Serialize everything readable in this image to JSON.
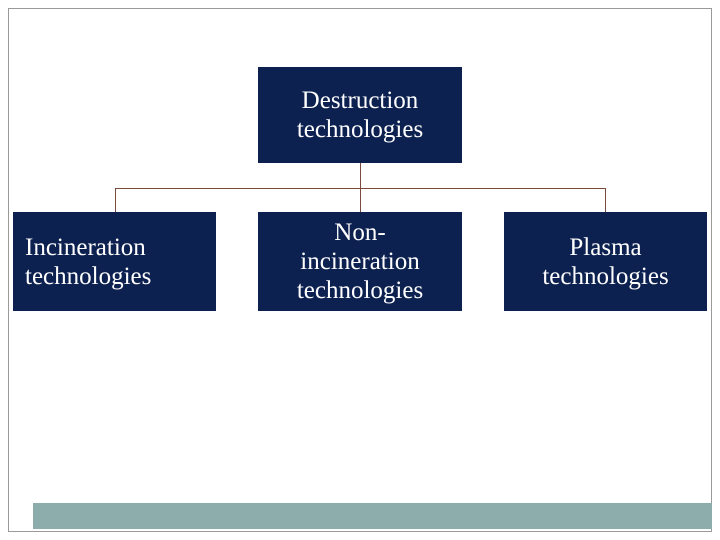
{
  "slide": {
    "frame_color": "#9a9a9a",
    "background_color": "#ffffff",
    "node_fill_color": "#0d2150",
    "node_text_color": "#ffffff",
    "connector_color": "#7b4a3c",
    "band_color": "#8dacac"
  },
  "diagram": {
    "root": {
      "label": "Destruction technologies",
      "lines": [
        "Destruction",
        "technologies"
      ]
    },
    "children": [
      {
        "label": "Incineration technologies",
        "lines": [
          "Incineration",
          "technologies"
        ]
      },
      {
        "label": "Non-incineration technologies",
        "lines": [
          "Non-",
          "incineration",
          "technologies"
        ]
      },
      {
        "label": "Plasma technologies",
        "lines": [
          "Plasma",
          "technologies"
        ]
      }
    ]
  }
}
